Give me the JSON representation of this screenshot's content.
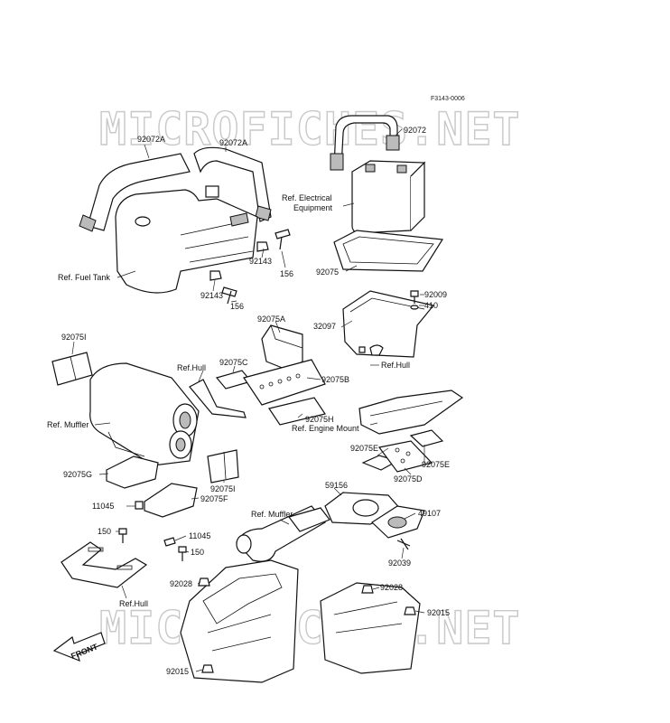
{
  "figure_code": "F3143-0006",
  "watermark": "MICROFICHES.NET",
  "front_label": "FRONT",
  "labels": {
    "strap_92072a_left": "92072A",
    "strap_92072a_right": "92072A",
    "strap_92072": "92072",
    "ref_electrical_1": "Ref. Electrical",
    "ref_electrical_2": "Equipment",
    "ref_fuel_tank": "Ref. Fuel Tank",
    "p92143_a": "92143",
    "p156_a": "156",
    "p92143_b": "92143",
    "p156_b": "156",
    "p92075": "92075",
    "p92009": "92009",
    "p410": "410",
    "p32097": "32097",
    "ref_hull_tray": "Ref.Hull",
    "p92075a": "92075A",
    "p92075c": "92075C",
    "ref_hull_bracket": "Ref.Hull",
    "p92075b": "92075B",
    "p92075h": "92075H",
    "ref_engine_mount": "Ref. Engine Mount",
    "p92075i_top": "92075I",
    "ref_muffler_left": "Ref. Muffler",
    "p92075e_left": "92075E",
    "p92075e_right": "92075E",
    "p92075d": "92075D",
    "p92075g": "92075G",
    "p92075i_mid": "92075I",
    "p11045_a": "11045",
    "p92075f": "92075F",
    "p59156": "59156",
    "ref_muffler_mid": "Ref. Muffler",
    "p49107": "49107",
    "p150_a": "150",
    "p11045_b": "11045",
    "p150_b": "150",
    "p92039": "92039",
    "ref_hull_bottom": "Ref.Hull",
    "p92028_left": "92028",
    "p92028_right": "92028",
    "p92015_right": "92015",
    "p92015_bottom": "92015"
  }
}
